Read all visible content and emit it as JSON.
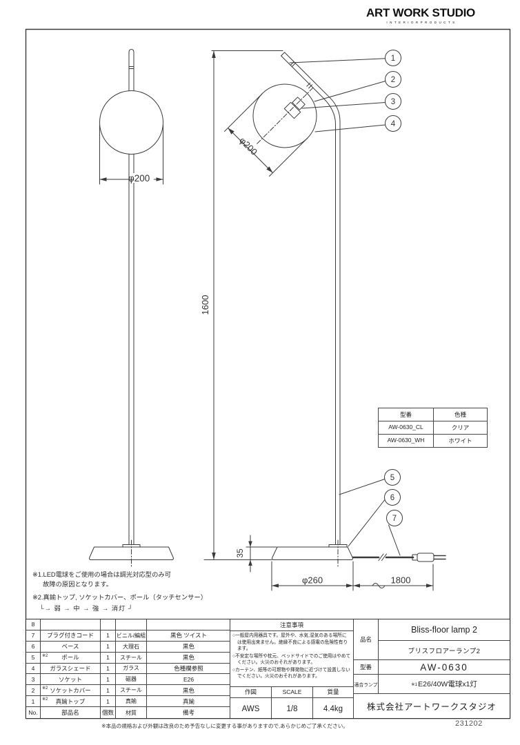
{
  "logo": {
    "title": "ART WORK STUDIO",
    "subtitle": "INTERIORPRODUCTS"
  },
  "color_table": {
    "headers": [
      "型番",
      "色種"
    ],
    "rows": [
      [
        "AW-0630_CL",
        "クリア"
      ],
      [
        "AW-0630_WH",
        "ホワイト"
      ]
    ]
  },
  "dimensions": {
    "front_shade_dia": "φ200",
    "side_shade_dia": "φ200",
    "total_height": "1600",
    "base_height": "35",
    "base_dia": "φ260",
    "cord_length": "1800"
  },
  "callouts": {
    "c1": "1",
    "c2": "2",
    "c3": "3",
    "c4": "4",
    "c5": "5",
    "c6": "6",
    "c7": "7"
  },
  "notes": {
    "note1": "※1.LED電球をご使用の場合は調光対応型のみ可",
    "note1b": "故障の原因となります。",
    "note2": "※2.真鍮トップ, ソケットカバー、ポール（タッチセンサー）",
    "cycle": "└→ 弱 → 中 → 強 → 消灯 ┘"
  },
  "parts_table": {
    "rows": [
      {
        "no": "8",
        "sup": "",
        "name": "",
        "qty": "",
        "material": "",
        "remark": ""
      },
      {
        "no": "7",
        "sup": "",
        "name": "プラグ付きコード",
        "qty": "1",
        "material": "ビニル/編組",
        "remark": "黒色 ツイスト"
      },
      {
        "no": "6",
        "sup": "",
        "name": "ベース",
        "qty": "1",
        "material": "大理石",
        "remark": "黒色"
      },
      {
        "no": "5",
        "sup": "※2",
        "name": "ポール",
        "qty": "1",
        "material": "スチール",
        "remark": "黒色"
      },
      {
        "no": "4",
        "sup": "",
        "name": "ガラスシェード",
        "qty": "1",
        "material": "ガラス",
        "remark": "色種欄参照"
      },
      {
        "no": "3",
        "sup": "",
        "name": "ソケット",
        "qty": "1",
        "material": "磁器",
        "remark": "E26"
      },
      {
        "no": "2",
        "sup": "※2",
        "name": "ソケットカバー",
        "qty": "1",
        "material": "スチール",
        "remark": "黒色"
      },
      {
        "no": "1",
        "sup": "※2",
        "name": "真鍮トップ",
        "qty": "1",
        "material": "真鍮",
        "remark": "真鍮"
      },
      {
        "no": "No.",
        "sup": "",
        "name": "部品名",
        "qty": "個数",
        "material": "材質",
        "remark": "備考"
      }
    ]
  },
  "caution": {
    "title": "注意事項",
    "items": [
      "○一般屋内用器具です。屋外や、水気,湿気のある場所には使用出来ません。絶縁不良による感電の危険性有ります。",
      "○不安定な場所や枕元、ベッドサイドでのご使用はやめてください。火災のおそれがあります。",
      "○カーテン、紙等の可燃物や揮発物に近づけて設置しないでください。火災のおそれがあります。"
    ]
  },
  "title_block": {
    "drawn_label": "作図",
    "drawn_by": "AWS",
    "scale_label": "SCALE",
    "scale": "1/8",
    "weight_label": "質量",
    "weight": "4.4kg",
    "product_label": "品名",
    "product_name_en": "Bliss-floor lamp 2",
    "product_name_ja": "ブリスフロアーランプ2",
    "model_label": "型番",
    "model": "AW-0630",
    "lamp_label": "適合ランプ",
    "lamp_sup": "※1",
    "lamp_value": "E26/40W電球x1灯",
    "company": "株式会社アートワークスタジオ"
  },
  "footer": {
    "disclaimer": "※本品の規格および外観は改良のため予告なしに変更する事がありますので,あらかじめご了承ください。",
    "date": "231202"
  }
}
